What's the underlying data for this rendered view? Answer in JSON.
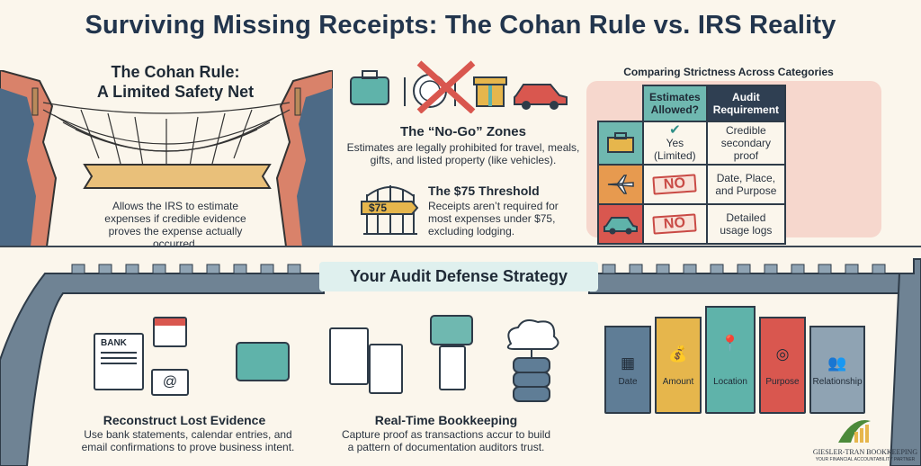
{
  "title": "Surviving Missing Receipts: The Cohan Rule vs. IRS Reality",
  "cohan": {
    "heading_line1": "The Cohan Rule:",
    "heading_line2": "A Limited Safety Net",
    "body": "Allows the IRS to estimate expenses if credible evidence proves the expense actually occurred."
  },
  "nogo": {
    "heading": "The “No-Go” Zones",
    "body": "Estimates are legally prohibited for travel, meals, gifts, and listed property (like vehicles)."
  },
  "threshold": {
    "heading": "The $75 Threshold",
    "tag": "$75",
    "body": "Receipts aren’t required for most expenses under $75, excluding lodging."
  },
  "comparison": {
    "heading": "Comparing Strictness Across Categories",
    "col1": "Estimates Allowed?",
    "col2": "Audit Requirement",
    "rows": [
      {
        "icon": "toolbox-icon",
        "allowed": "Yes (Limited)",
        "requirement": "Credible secondary proof",
        "color": "#6fb8b0"
      },
      {
        "icon": "airplane-icon",
        "allowed": "NO",
        "requirement": "Date, Place, and Purpose",
        "color": "#e79a4f"
      },
      {
        "icon": "car-icon",
        "allowed": "NO",
        "requirement": "Detailed usage logs",
        "color": "#d9574f"
      }
    ]
  },
  "strategy": {
    "label": "Your Audit Defense Strategy",
    "bank_label": "BANK",
    "reconstruct_heading": "Reconstruct Lost Evidence",
    "reconstruct_body": "Use bank statements, calendar entries, and email confirmations to prove business intent.",
    "realtime_heading": "Real-Time Bookkeeping",
    "realtime_body": "Capture proof as transactions accur to build a pattern of documentation auditors trust."
  },
  "towers": [
    {
      "label": "Date",
      "icon": "calendar-icon",
      "color": "#5f7d96"
    },
    {
      "label": "Amount",
      "icon": "money-bag-icon",
      "color": "#e6b64c"
    },
    {
      "label": "Location",
      "icon": "location-pin-icon",
      "color": "#5fb3aa"
    },
    {
      "label": "Purpose",
      "icon": "target-icon",
      "color": "#d9574f"
    },
    {
      "label": "Relationship",
      "icon": "people-icon",
      "color": "#8fa3b3"
    }
  ],
  "logo": {
    "name": "GIESLER-TRAN BOOKKEEPING",
    "tagline": "YOUR FINANCIAL ACCOUNTABILITY PARTNER"
  }
}
